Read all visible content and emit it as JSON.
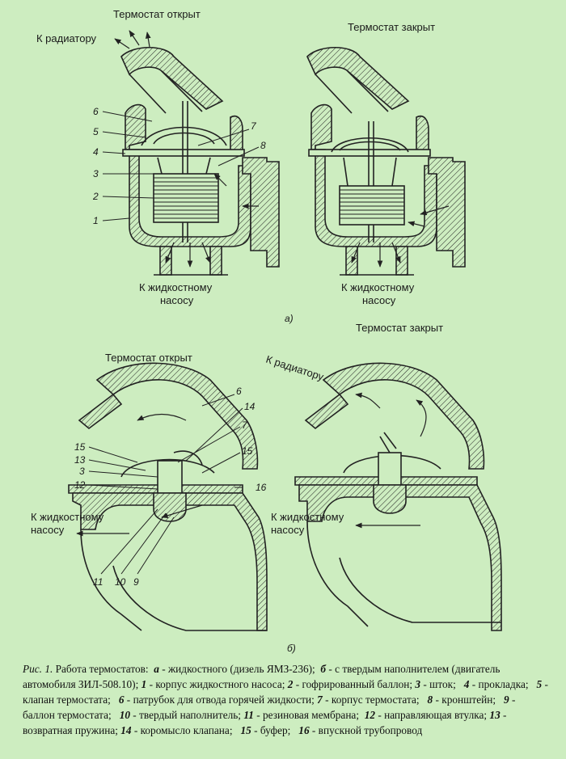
{
  "labels": {
    "a_open": "Термостат открыт",
    "a_closed": "Термостат закрыт",
    "to_radiator": "К радиатору",
    "to_pump_a_line1": "К жидкостному",
    "to_pump_a_line2": "насосу",
    "sub_a": "а)",
    "b_open": "Термостат открыт",
    "b_closed": "Термостат закрыт",
    "to_radiator_b": "К радиатору",
    "to_pump_b_line1": "К жидкостному",
    "to_pump_b_line2": "насосу",
    "sub_b": "б)"
  },
  "numbers_a": [
    "6",
    "5",
    "4",
    "3",
    "2",
    "1",
    "7",
    "8"
  ],
  "numbers_b": [
    "6",
    "14",
    "7",
    "15",
    "15",
    "13",
    "3",
    "12",
    "16",
    "11",
    "10",
    "9"
  ],
  "caption": {
    "fig": "Рис. 1.",
    "title": "Работа термостатов:",
    "items": [
      {
        "k": "а",
        "v": "жидкостного (дизель ЯМЗ-236);"
      },
      {
        "k": "б",
        "v": "с твердым наполнителем (двигатель автомобиля ЗИЛ-508.10);"
      },
      {
        "k": "1",
        "v": "корпус жидкостного насоса;"
      },
      {
        "k": "2",
        "v": "гофрированный баллон;"
      },
      {
        "k": "3",
        "v": "шток;"
      },
      {
        "k": "4",
        "v": "прокладка;"
      },
      {
        "k": "5",
        "v": "клапан термостата;"
      },
      {
        "k": "6",
        "v": "патрубок для отвода горячей жидкости;"
      },
      {
        "k": "7",
        "v": "корпус термостата;"
      },
      {
        "k": "8",
        "v": "кронштейн;"
      },
      {
        "k": "9",
        "v": "баллон термостата;"
      },
      {
        "k": "10",
        "v": "твердый наполнитель;"
      },
      {
        "k": "11",
        "v": "резиновая мембрана;"
      },
      {
        "k": "12",
        "v": "направляющая втулка;"
      },
      {
        "k": "13",
        "v": "возвратная пружина;"
      },
      {
        "k": "14",
        "v": "коромысло клапана;"
      },
      {
        "k": "15",
        "v": "буфер;"
      },
      {
        "k": "16",
        "v": "впускной трубопровод"
      }
    ]
  }
}
